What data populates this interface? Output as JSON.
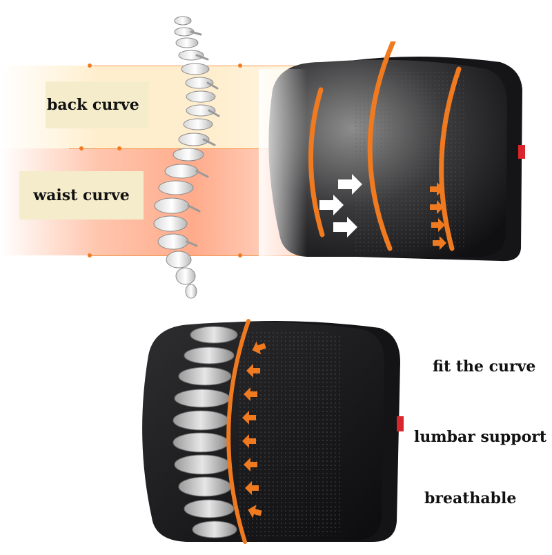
{
  "labels": {
    "back_curve": "back curve",
    "waist_curve": "waist curve"
  },
  "captions": {
    "fit_curve": "fit the curve",
    "lumbar_support": "lumbar support",
    "breathable": "breathable"
  },
  "colors": {
    "accent_orange": "#f07a20",
    "label_bg": "#f4eccb",
    "cushion_dark": "#1c1c1e",
    "tag_red": "#d8262c"
  }
}
